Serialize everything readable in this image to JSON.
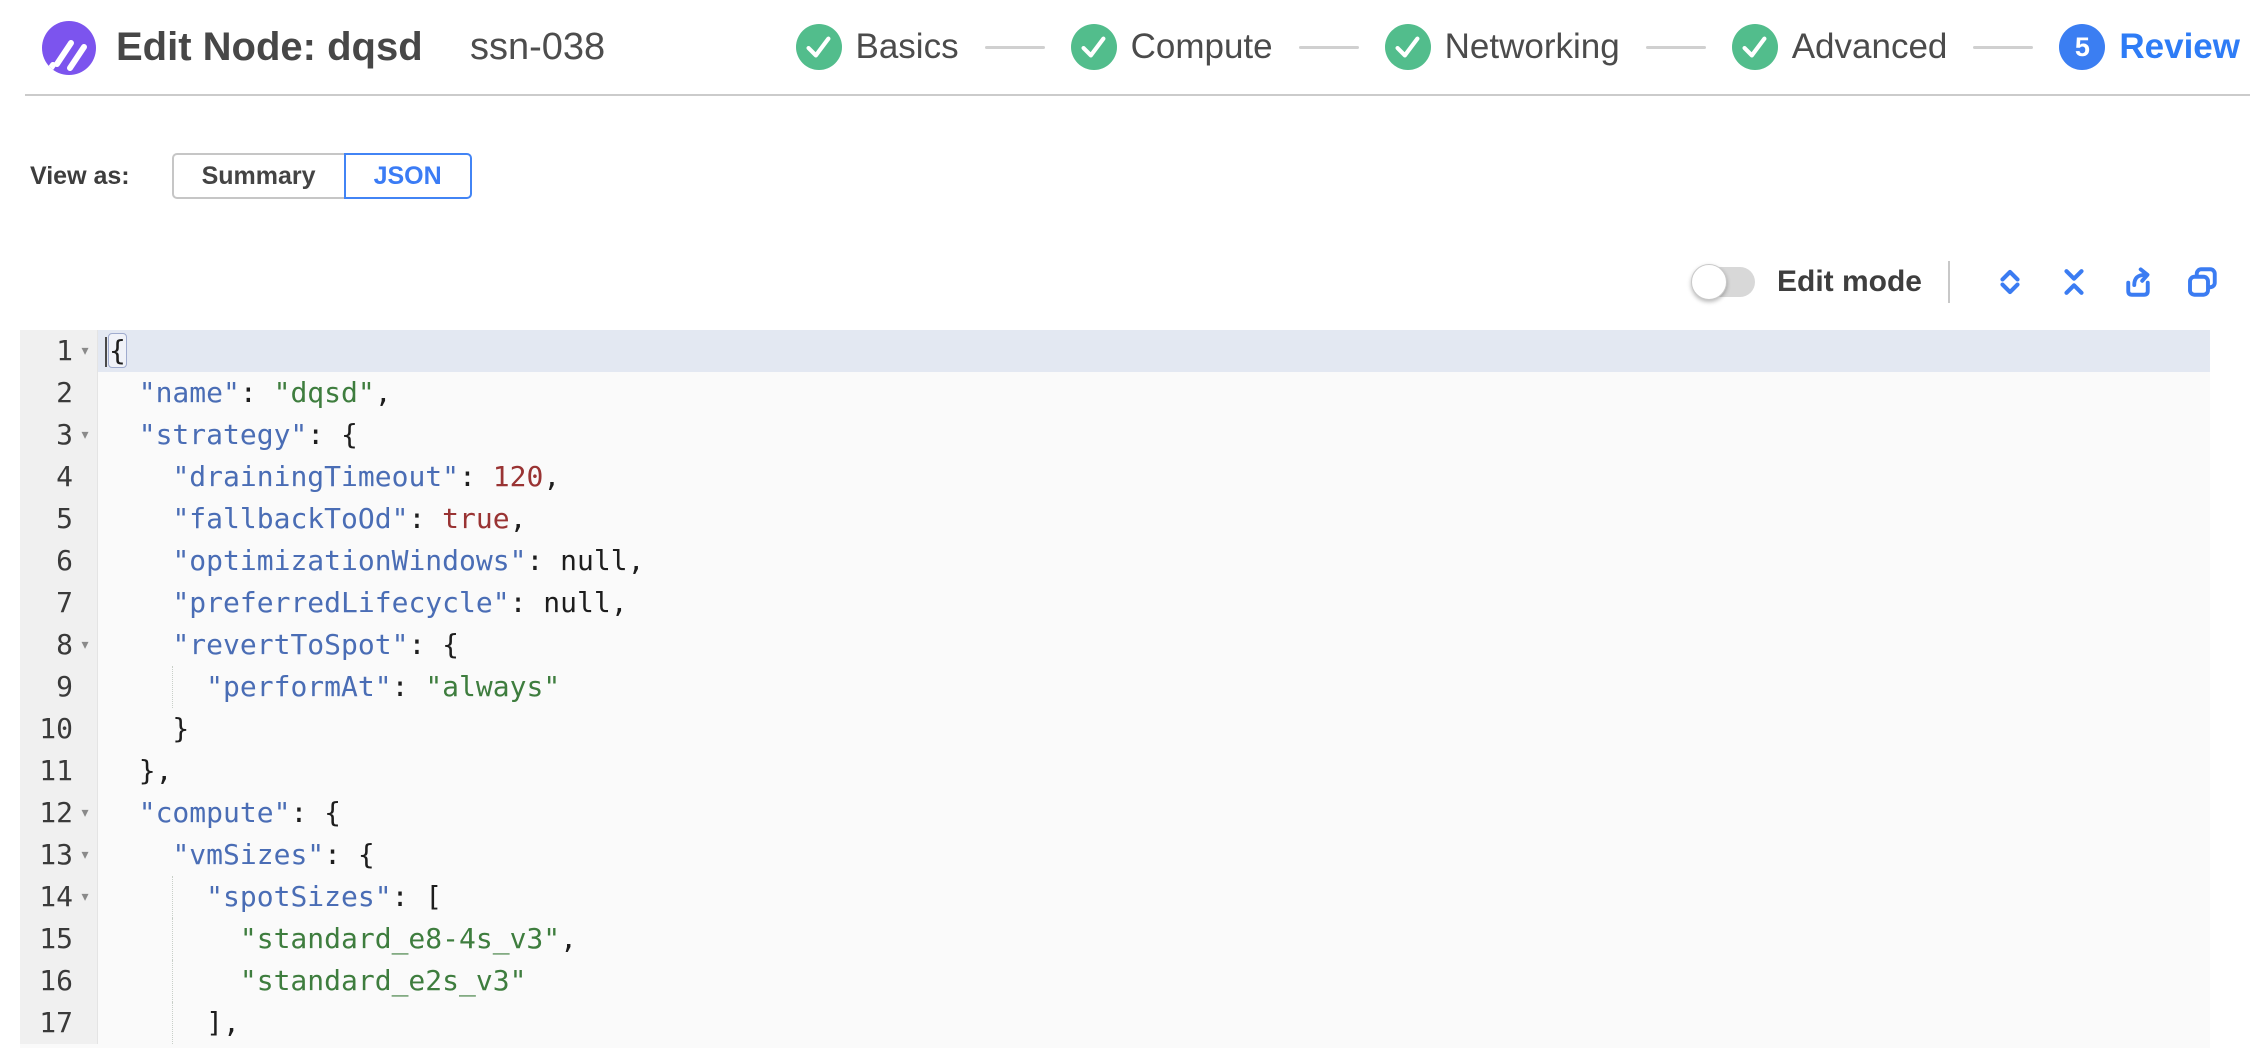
{
  "header": {
    "title": "Edit Node: dqsd",
    "subtitle": "ssn-038",
    "steps": [
      {
        "id": "basics",
        "label": "Basics",
        "state": "done"
      },
      {
        "id": "compute",
        "label": "Compute",
        "state": "done"
      },
      {
        "id": "networking",
        "label": "Networking",
        "state": "done"
      },
      {
        "id": "advanced",
        "label": "Advanced",
        "state": "done"
      },
      {
        "id": "review",
        "label": "Review",
        "state": "active",
        "number": "5"
      }
    ]
  },
  "view_as": {
    "label": "View as:",
    "options": [
      {
        "label": "Summary",
        "active": false
      },
      {
        "label": "JSON",
        "active": true
      }
    ]
  },
  "toolbar": {
    "edit_mode_label": "Edit mode",
    "edit_mode_on": false,
    "icons": [
      {
        "name": "expand-all-icon"
      },
      {
        "name": "collapse-all-icon"
      },
      {
        "name": "export-icon"
      },
      {
        "name": "copy-icon"
      }
    ]
  },
  "colors": {
    "brand_purple": "#7c54ee",
    "step_green": "#52bd8c",
    "accent_blue": "#3b7ef2",
    "key_blue": "#4a6db5",
    "string_green": "#3e7d3e",
    "number_red": "#993333"
  },
  "editor": {
    "active_line": 1,
    "lines": [
      {
        "num": 1,
        "fold": true,
        "active": true,
        "tokens": [
          [
            "cursor",
            ""
          ],
          [
            "brace",
            "{"
          ]
        ]
      },
      {
        "num": 2,
        "tokens": [
          [
            "pln",
            "  "
          ],
          [
            "key",
            "\"name\""
          ],
          [
            "pln",
            ": "
          ],
          [
            "str",
            "\"dqsd\""
          ],
          [
            "pln",
            ","
          ]
        ]
      },
      {
        "num": 3,
        "fold": true,
        "tokens": [
          [
            "pln",
            "  "
          ],
          [
            "key",
            "\"strategy\""
          ],
          [
            "pln",
            ": {"
          ]
        ]
      },
      {
        "num": 4,
        "tokens": [
          [
            "pln",
            "    "
          ],
          [
            "key",
            "\"drainingTimeout\""
          ],
          [
            "pln",
            ": "
          ],
          [
            "num",
            "120"
          ],
          [
            "pln",
            ","
          ]
        ]
      },
      {
        "num": 5,
        "tokens": [
          [
            "pln",
            "    "
          ],
          [
            "key",
            "\"fallbackToOd\""
          ],
          [
            "pln",
            ": "
          ],
          [
            "num",
            "true"
          ],
          [
            "pln",
            ","
          ]
        ]
      },
      {
        "num": 6,
        "tokens": [
          [
            "pln",
            "    "
          ],
          [
            "key",
            "\"optimizationWindows\""
          ],
          [
            "pln",
            ": null,"
          ]
        ]
      },
      {
        "num": 7,
        "tokens": [
          [
            "pln",
            "    "
          ],
          [
            "key",
            "\"preferredLifecycle\""
          ],
          [
            "pln",
            ": null,"
          ]
        ]
      },
      {
        "num": 8,
        "fold": true,
        "tokens": [
          [
            "pln",
            "    "
          ],
          [
            "key",
            "\"revertToSpot\""
          ],
          [
            "pln",
            ": {"
          ]
        ]
      },
      {
        "num": 9,
        "guide": true,
        "tokens": [
          [
            "pln",
            "      "
          ],
          [
            "key",
            "\"performAt\""
          ],
          [
            "pln",
            ": "
          ],
          [
            "str",
            "\"always\""
          ]
        ]
      },
      {
        "num": 10,
        "tokens": [
          [
            "pln",
            "    }"
          ]
        ]
      },
      {
        "num": 11,
        "tokens": [
          [
            "pln",
            "  },"
          ]
        ]
      },
      {
        "num": 12,
        "fold": true,
        "tokens": [
          [
            "pln",
            "  "
          ],
          [
            "key",
            "\"compute\""
          ],
          [
            "pln",
            ": {"
          ]
        ]
      },
      {
        "num": 13,
        "fold": true,
        "tokens": [
          [
            "pln",
            "    "
          ],
          [
            "key",
            "\"vmSizes\""
          ],
          [
            "pln",
            ": {"
          ]
        ]
      },
      {
        "num": 14,
        "fold": true,
        "guide": true,
        "tokens": [
          [
            "pln",
            "      "
          ],
          [
            "key",
            "\"spotSizes\""
          ],
          [
            "pln",
            ": ["
          ]
        ]
      },
      {
        "num": 15,
        "guide": true,
        "tokens": [
          [
            "pln",
            "        "
          ],
          [
            "str",
            "\"standard_e8-4s_v3\""
          ],
          [
            "pln",
            ","
          ]
        ]
      },
      {
        "num": 16,
        "guide": true,
        "tokens": [
          [
            "pln",
            "        "
          ],
          [
            "str",
            "\"standard_e2s_v3\""
          ]
        ]
      },
      {
        "num": 17,
        "guide": true,
        "tokens": [
          [
            "pln",
            "      ],"
          ]
        ]
      }
    ]
  }
}
